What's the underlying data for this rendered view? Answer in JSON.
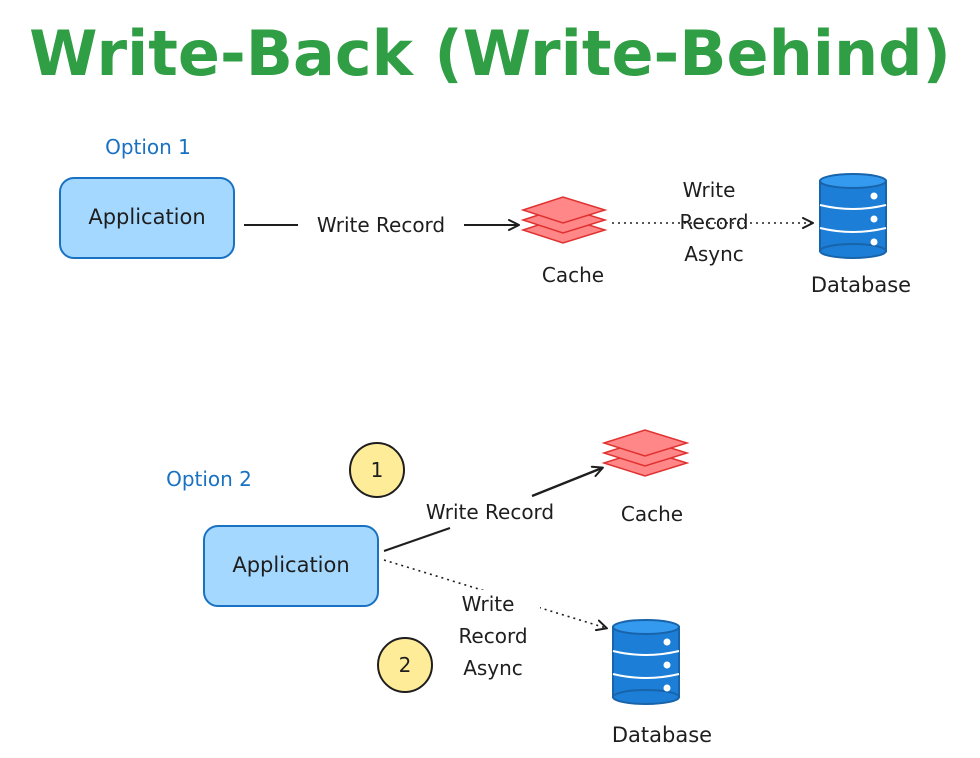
{
  "title": "Write-Back (Write-Behind)",
  "colors": {
    "title": "#2f9e44",
    "option_label": "#1971c2",
    "app_fill": "#a5d8ff",
    "app_stroke": "#1971c2",
    "cache_fill": "#ff8787",
    "cache_stroke": "#e03131",
    "db_fill": "#1c7ed6",
    "db_dark": "#1864ab",
    "badge_fill": "#ffec99",
    "ink": "#1e1e1e"
  },
  "option1": {
    "label": "Option 1",
    "application": "Application",
    "arrow_write": "Write Record",
    "cache": "Cache",
    "async_lines": [
      "Write",
      "Record",
      "Async"
    ],
    "database": "Database"
  },
  "option2": {
    "label": "Option 2",
    "application": "Application",
    "badge1": "1",
    "badge2": "2",
    "arrow_write": "Write Record",
    "cache": "Cache",
    "async_lines": [
      "Write",
      "Record",
      "Async"
    ],
    "database": "Database"
  }
}
